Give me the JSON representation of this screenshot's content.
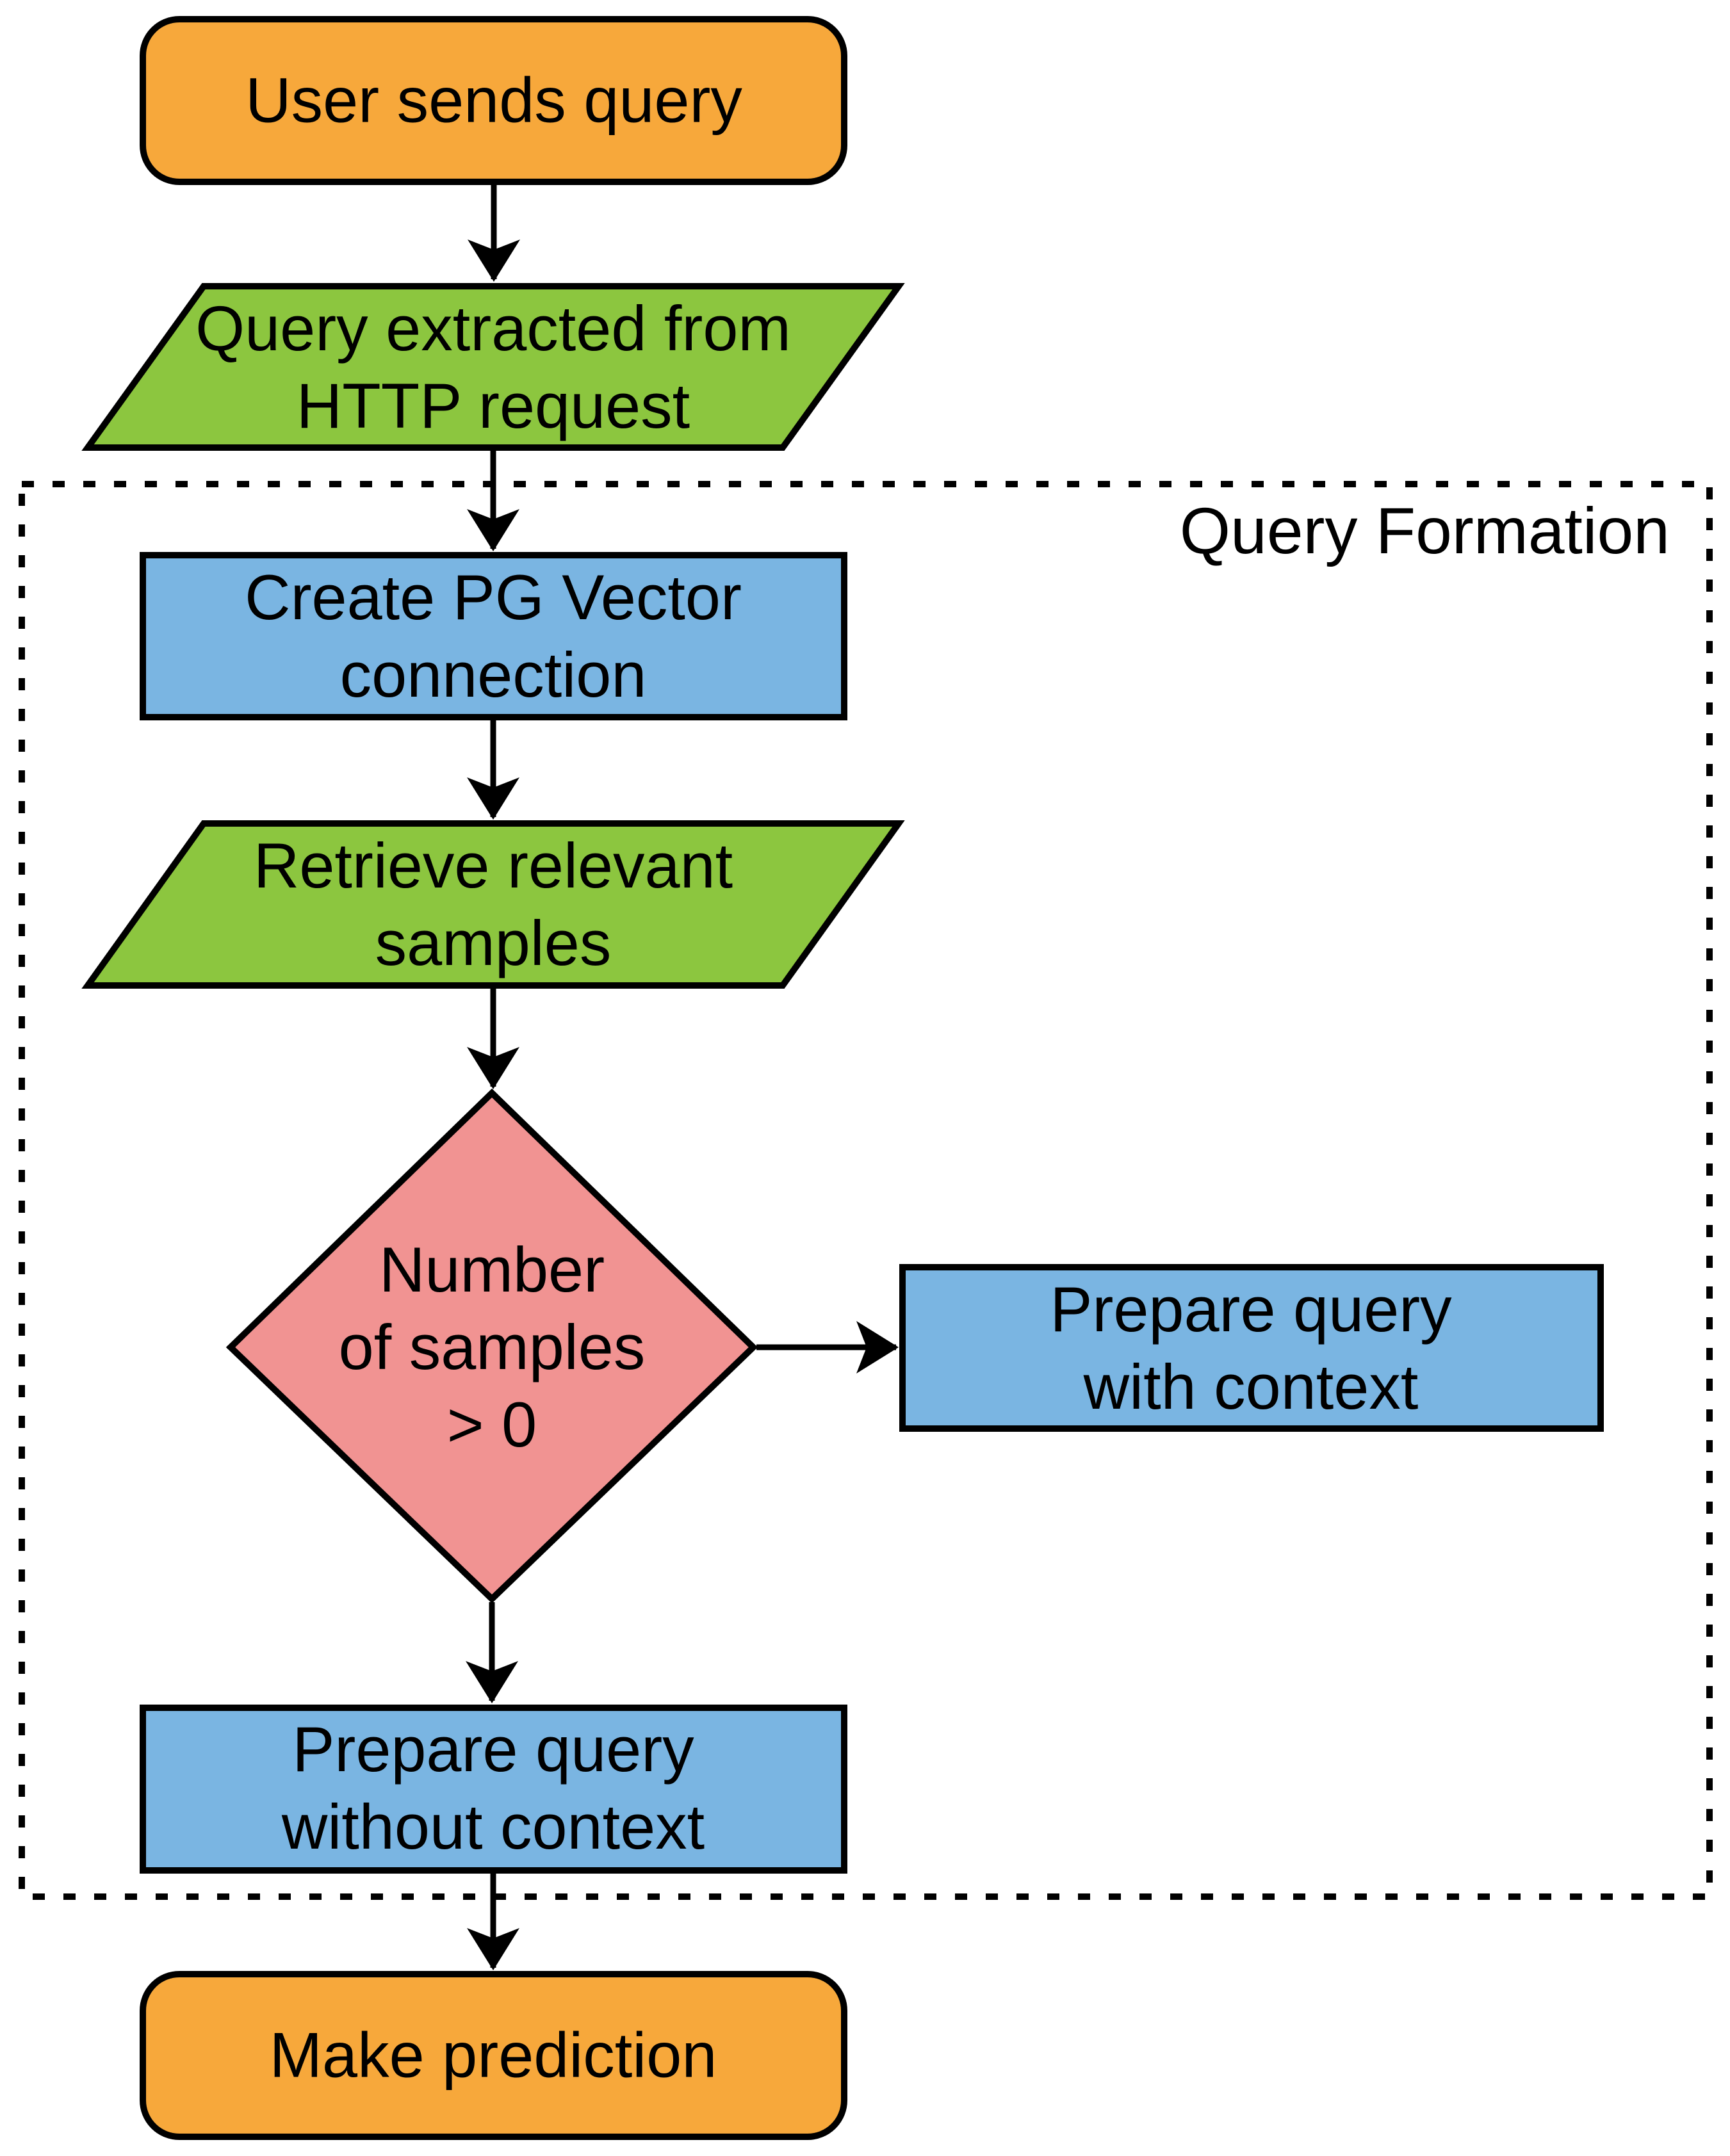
{
  "diagram": {
    "region_label": "Query Formation",
    "colors": {
      "terminator_fill": "#F7A83B",
      "io_fill": "#8CC63F",
      "process_fill": "#7AB5E2",
      "decision_fill": "#F19392",
      "stroke": "#000000",
      "background": "#FFFFFF"
    },
    "nodes": {
      "start": {
        "label": "User sends query",
        "type": "terminator"
      },
      "extract": {
        "label": "Query extracted from\nHTTP request",
        "type": "input-output"
      },
      "connect": {
        "label": "Create PG Vector\nconnection",
        "type": "process"
      },
      "retrieve": {
        "label": "Retrieve relevant\nsamples",
        "type": "input-output"
      },
      "decision": {
        "label": "Number\nof samples\n> 0",
        "type": "decision"
      },
      "with_context": {
        "label": "Prepare query\nwith context",
        "type": "process"
      },
      "without_context": {
        "label": "Prepare query\nwithout context",
        "type": "process"
      },
      "predict": {
        "label": "Make prediction",
        "type": "terminator"
      }
    },
    "edges": [
      {
        "from": "start",
        "to": "extract"
      },
      {
        "from": "extract",
        "to": "connect"
      },
      {
        "from": "connect",
        "to": "retrieve"
      },
      {
        "from": "retrieve",
        "to": "decision"
      },
      {
        "from": "decision",
        "to": "with_context"
      },
      {
        "from": "decision",
        "to": "without_context"
      },
      {
        "from": "without_context",
        "to": "predict"
      }
    ]
  }
}
